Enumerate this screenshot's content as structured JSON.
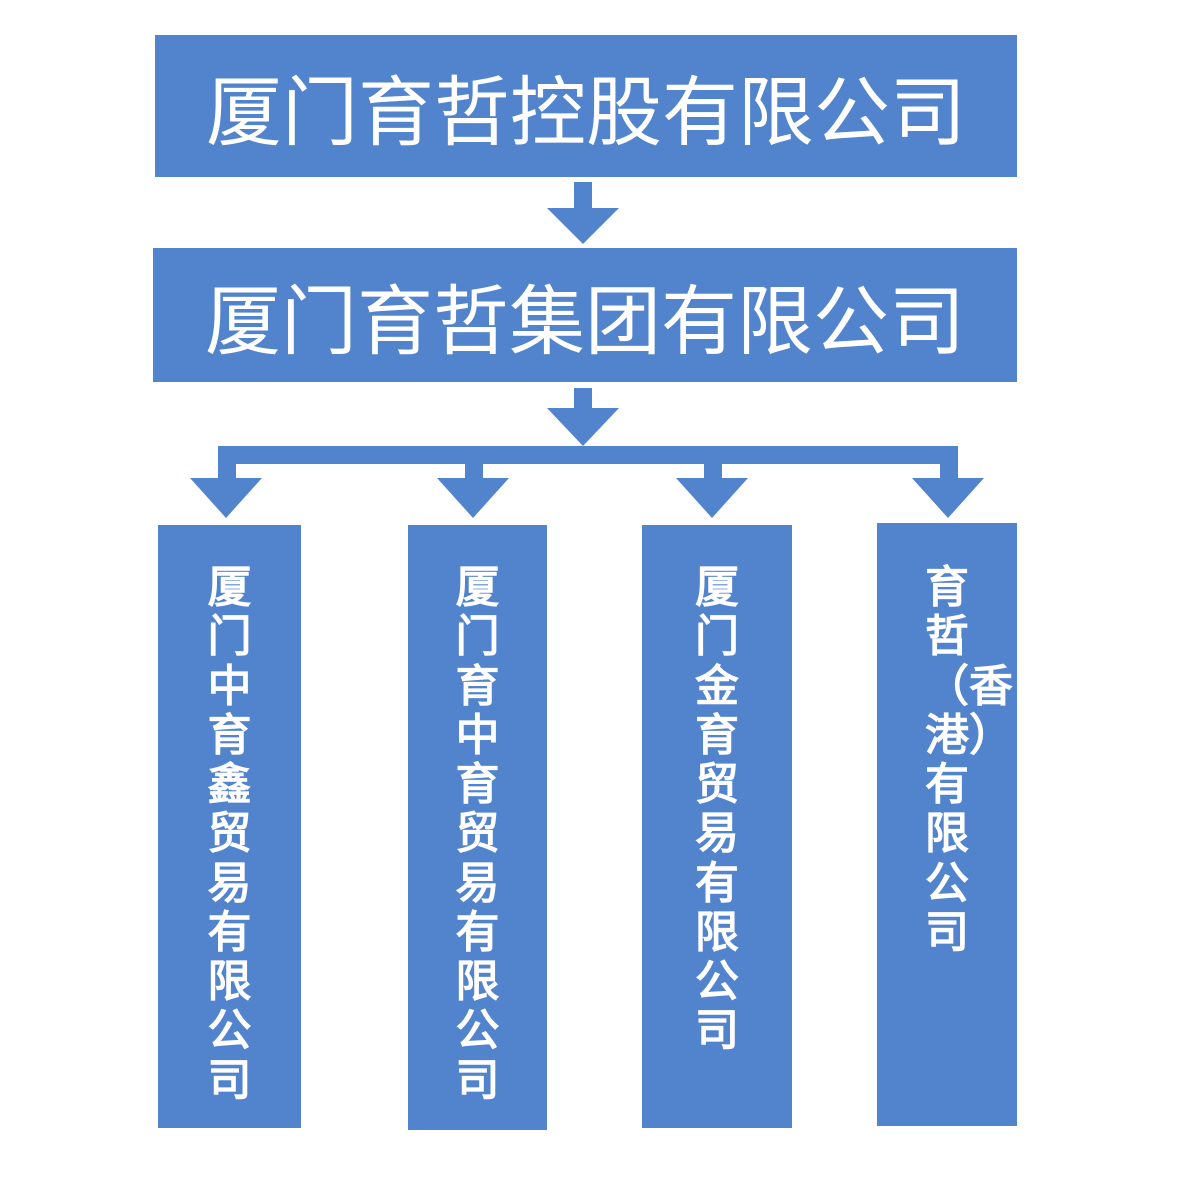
{
  "colors": {
    "box_fill": "#5283cd",
    "arrow": "#5283cd",
    "text": "#ffffff",
    "background": "#ffffff"
  },
  "top": {
    "label": "厦门育哲控股有限公司"
  },
  "middle": {
    "label": "厦门育哲集团有限公司"
  },
  "subsidiaries": [
    {
      "label": "厦门中育鑫贸易有限公司"
    },
    {
      "label": "厦门育中育贸易有限公司"
    },
    {
      "label": "厦门金育贸易有限公司"
    },
    {
      "label": "育哲（香港）有限公司"
    }
  ]
}
